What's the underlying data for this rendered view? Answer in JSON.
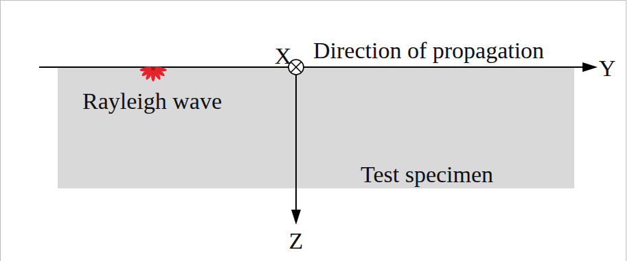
{
  "diagram": {
    "nodes": [
      {
        "text": [
          "Rayleigh wave",
          "Test specimen"
        ]
      }
    ],
    "labels": [
      "X",
      "Direction of propagation",
      "Y",
      "Z"
    ]
  }
}
